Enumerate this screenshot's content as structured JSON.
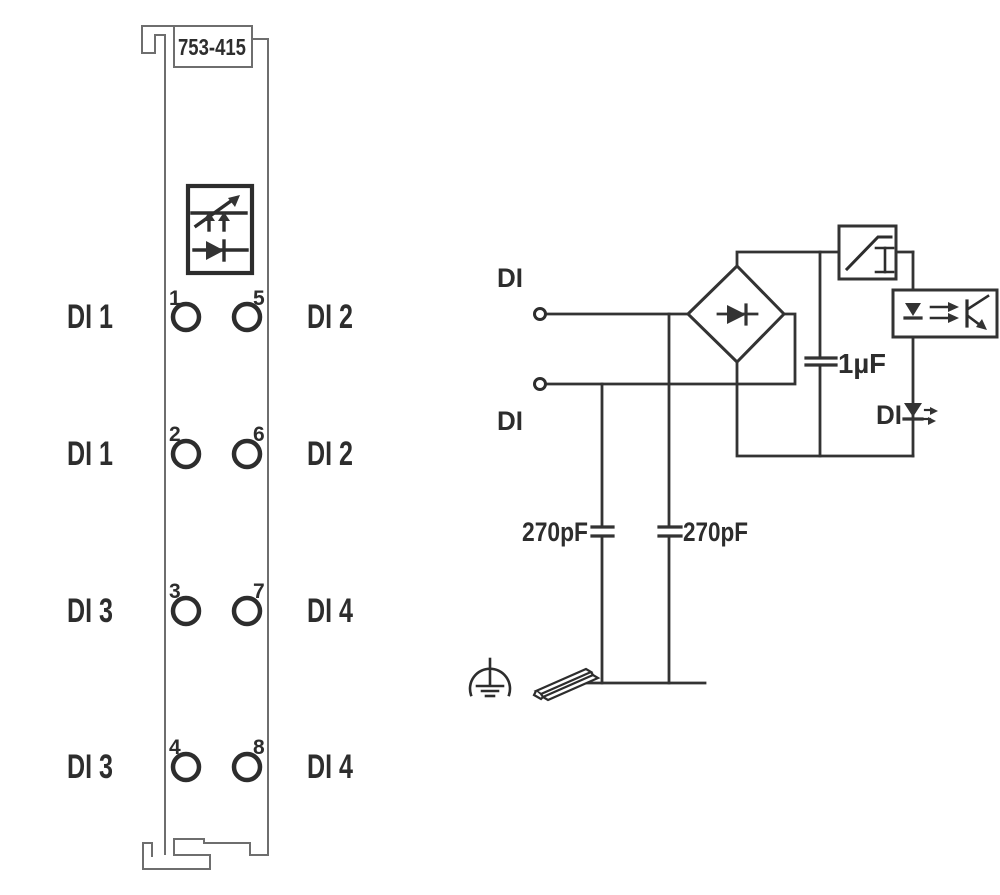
{
  "module": {
    "part_number": "753-415",
    "rows": [
      {
        "left": "DI 1",
        "left_num": "1",
        "right_num": "5",
        "right": "DI 2"
      },
      {
        "left": "DI 1",
        "left_num": "2",
        "right_num": "6",
        "right": "DI 2"
      },
      {
        "left": "DI 3",
        "left_num": "3",
        "right_num": "7",
        "right": "DI 4"
      },
      {
        "left": "DI 3",
        "left_num": "4",
        "right_num": "8",
        "right": "DI 4"
      }
    ]
  },
  "schematic": {
    "input_top_label": "DI",
    "input_bottom_label": "DI",
    "smoothing_cap_label": "1µF",
    "filter_cap_left_label": "270pF",
    "filter_cap_right_label": "270pF",
    "status_led_label": "DI"
  },
  "icons": {
    "module_status": "led-diode-indicator-icon",
    "bridge": "bridge-rectifier-icon",
    "threshold": "schmitt-trigger-icon",
    "coupler": "optocoupler-icon",
    "earth": "earth-ground-icon",
    "rail": "din-rail-icon"
  },
  "colors": {
    "background": "#ffffff",
    "schematic_line": "#333333",
    "module_outline": "#6e6e6e",
    "text": "#2d2d2d"
  }
}
